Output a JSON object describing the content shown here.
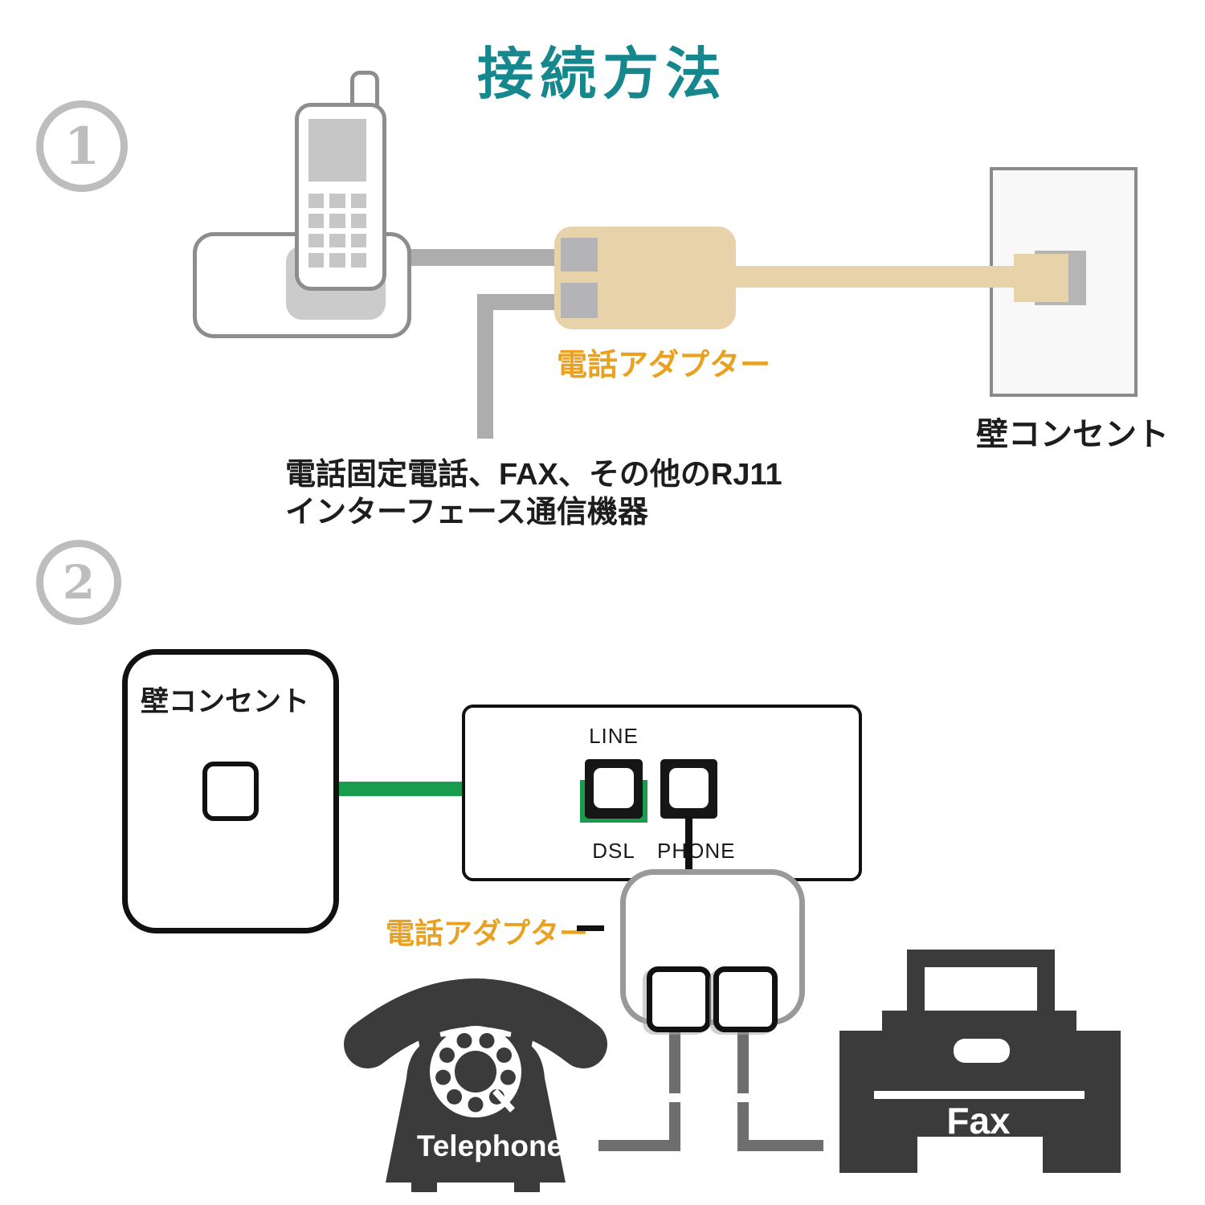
{
  "title": {
    "text": "接続方法",
    "color": "#16878c"
  },
  "colors": {
    "title_teal": "#16878c",
    "adapter_label_orange": "#e8a120",
    "adapter_beige": "#e7d2aa",
    "diagram_gray": "#adadad",
    "line_cable_green": "#199c4d",
    "device_silhouette": "#3b3b3b",
    "step_circle_gray": "#bdbdbd"
  },
  "step1": {
    "number": "1",
    "adapter_label": "電話アダプター",
    "wall_label": "壁コンセント",
    "caption_line1": "電話固定電話、FAX、その他のRJ11",
    "caption_line2": "インターフェース通信機器"
  },
  "step2": {
    "number": "2",
    "wall_label": "壁コンセント",
    "modem": {
      "line_label": "LINE",
      "dsl_label": "DSL",
      "phone_label": "PHONE"
    },
    "adapter_label": "電話アダプター",
    "telephone_label": "Telephone",
    "fax_label": "Fax"
  },
  "icons": {
    "cordless_phone": "cordless-phone-icon",
    "phone_adapter": "phone-adapter-icon",
    "wall_plate": "wall-plate-icon",
    "wall_outlet": "wall-outlet-icon",
    "modem": "modem-icon",
    "rotary_phone": "rotary-phone-icon",
    "fax_machine": "fax-machine-icon",
    "circled_one": "circled-number-1-icon",
    "circled_two": "circled-number-2-icon"
  }
}
